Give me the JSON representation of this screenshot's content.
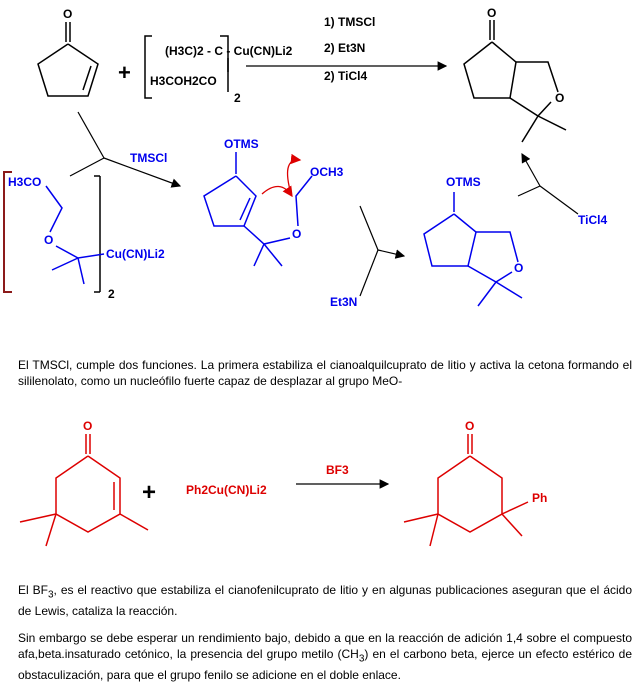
{
  "scheme1": {
    "conditions": {
      "step1": "1) TMSCl",
      "step2": "2) Et3N",
      "step3": "2) TiCl4"
    },
    "plus": "+",
    "cuprate": {
      "line1": "(H3C)2 - C - Cu(CN)Li2",
      "line2": "H3COH2CO",
      "bracket_subscript": "2"
    },
    "reactant_ketone": {
      "atom_O": "O"
    },
    "product": {
      "atom_O_ketone": "O",
      "atom_O_ring": "O"
    }
  },
  "mechanism": {
    "cuprate": {
      "methoxy": "H3CO",
      "oxygen": "O",
      "copper": "Cu(CN)Li2",
      "bracket_subscript": "2"
    },
    "tmscl_label": "TMSCl",
    "enolate": {
      "otms": "OTMS",
      "methoxy": "OCH3",
      "ring_O": "O"
    },
    "et3n_label": "Et3N",
    "bicyclic": {
      "otms": "OTMS",
      "ring_O": "O"
    },
    "ticl4_label": "TiCl4"
  },
  "paragraph1": "El TMSCl, cumple dos funciones. La primera estabiliza el cianoalquilcuprato de litio y activa la cetona formando el sililenolato, como un nucleófilo fuerte capaz de desplazar al grupo MeO-",
  "scheme2": {
    "reactant": {
      "atom_O": "O"
    },
    "plus": "+",
    "reagent": "Ph2Cu(CN)Li2",
    "condition": "BF3",
    "product": {
      "atom_O": "O",
      "substituent": "Ph"
    }
  },
  "paragraph2_before": "El BF",
  "paragraph2_sub": "3",
  "paragraph2_after": ", es el reactivo que estabiliza el cianofenilcuprato de litio y en algunas publicaciones aseguran que el ácido de Lewis, cataliza la reacción.",
  "paragraph3_before": "Sin embargo se debe esperar un rendimiento bajo, debido a que en la reacción de adición 1,4 sobre el compuesto afa,beta.insaturado cetónico, la presencia del grupo metilo (CH",
  "paragraph3_sub": "3",
  "paragraph3_after": ") en el carbono beta, ejerce un efecto estérico de obstaculización, para que el grupo fenilo se adicione en el doble enlace.",
  "colors": {
    "black": "#000000",
    "blue": "#0000ee",
    "red": "#dd0000",
    "brown": "#8b1a1a"
  }
}
